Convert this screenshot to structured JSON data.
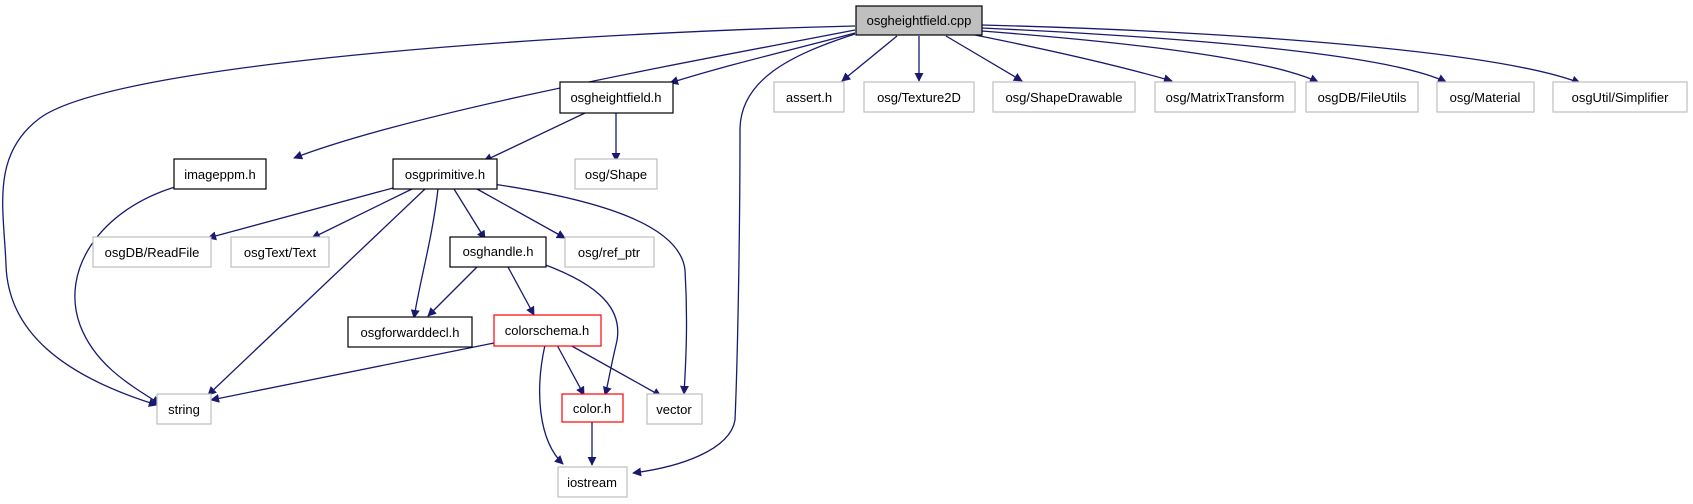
{
  "colors": {
    "edge": "#191970",
    "root_fill": "#bfbfbf",
    "local_border": "#000000",
    "system_border": "#bfbfbf",
    "highlight_border": "#ff0000"
  },
  "nodes": {
    "root": "osgheightfield.cpp",
    "osgheightfield_h": "osgheightfield.h",
    "assert_h": "assert.h",
    "osg_texture2d": "osg/Texture2D",
    "osg_shapedrawable": "osg/ShapeDrawable",
    "osg_matrixtransform": "osg/MatrixTransform",
    "osgdb_fileutils": "osgDB/FileUtils",
    "osg_material": "osg/Material",
    "osgutil_simplifier": "osgUtil/Simplifier",
    "imageppm_h": "imageppm.h",
    "osgprimitive_h": "osgprimitive.h",
    "osg_shape": "osg/Shape",
    "osgdb_readfile": "osgDB/ReadFile",
    "osgtext_text": "osgText/Text",
    "osghandle_h": "osghandle.h",
    "osg_ref_ptr": "osg/ref_ptr",
    "osgforwarddecl_h": "osgforwarddecl.h",
    "colorschema_h": "colorschema.h",
    "string": "string",
    "color_h": "color.h",
    "vector": "vector",
    "iostream": "iostream"
  }
}
